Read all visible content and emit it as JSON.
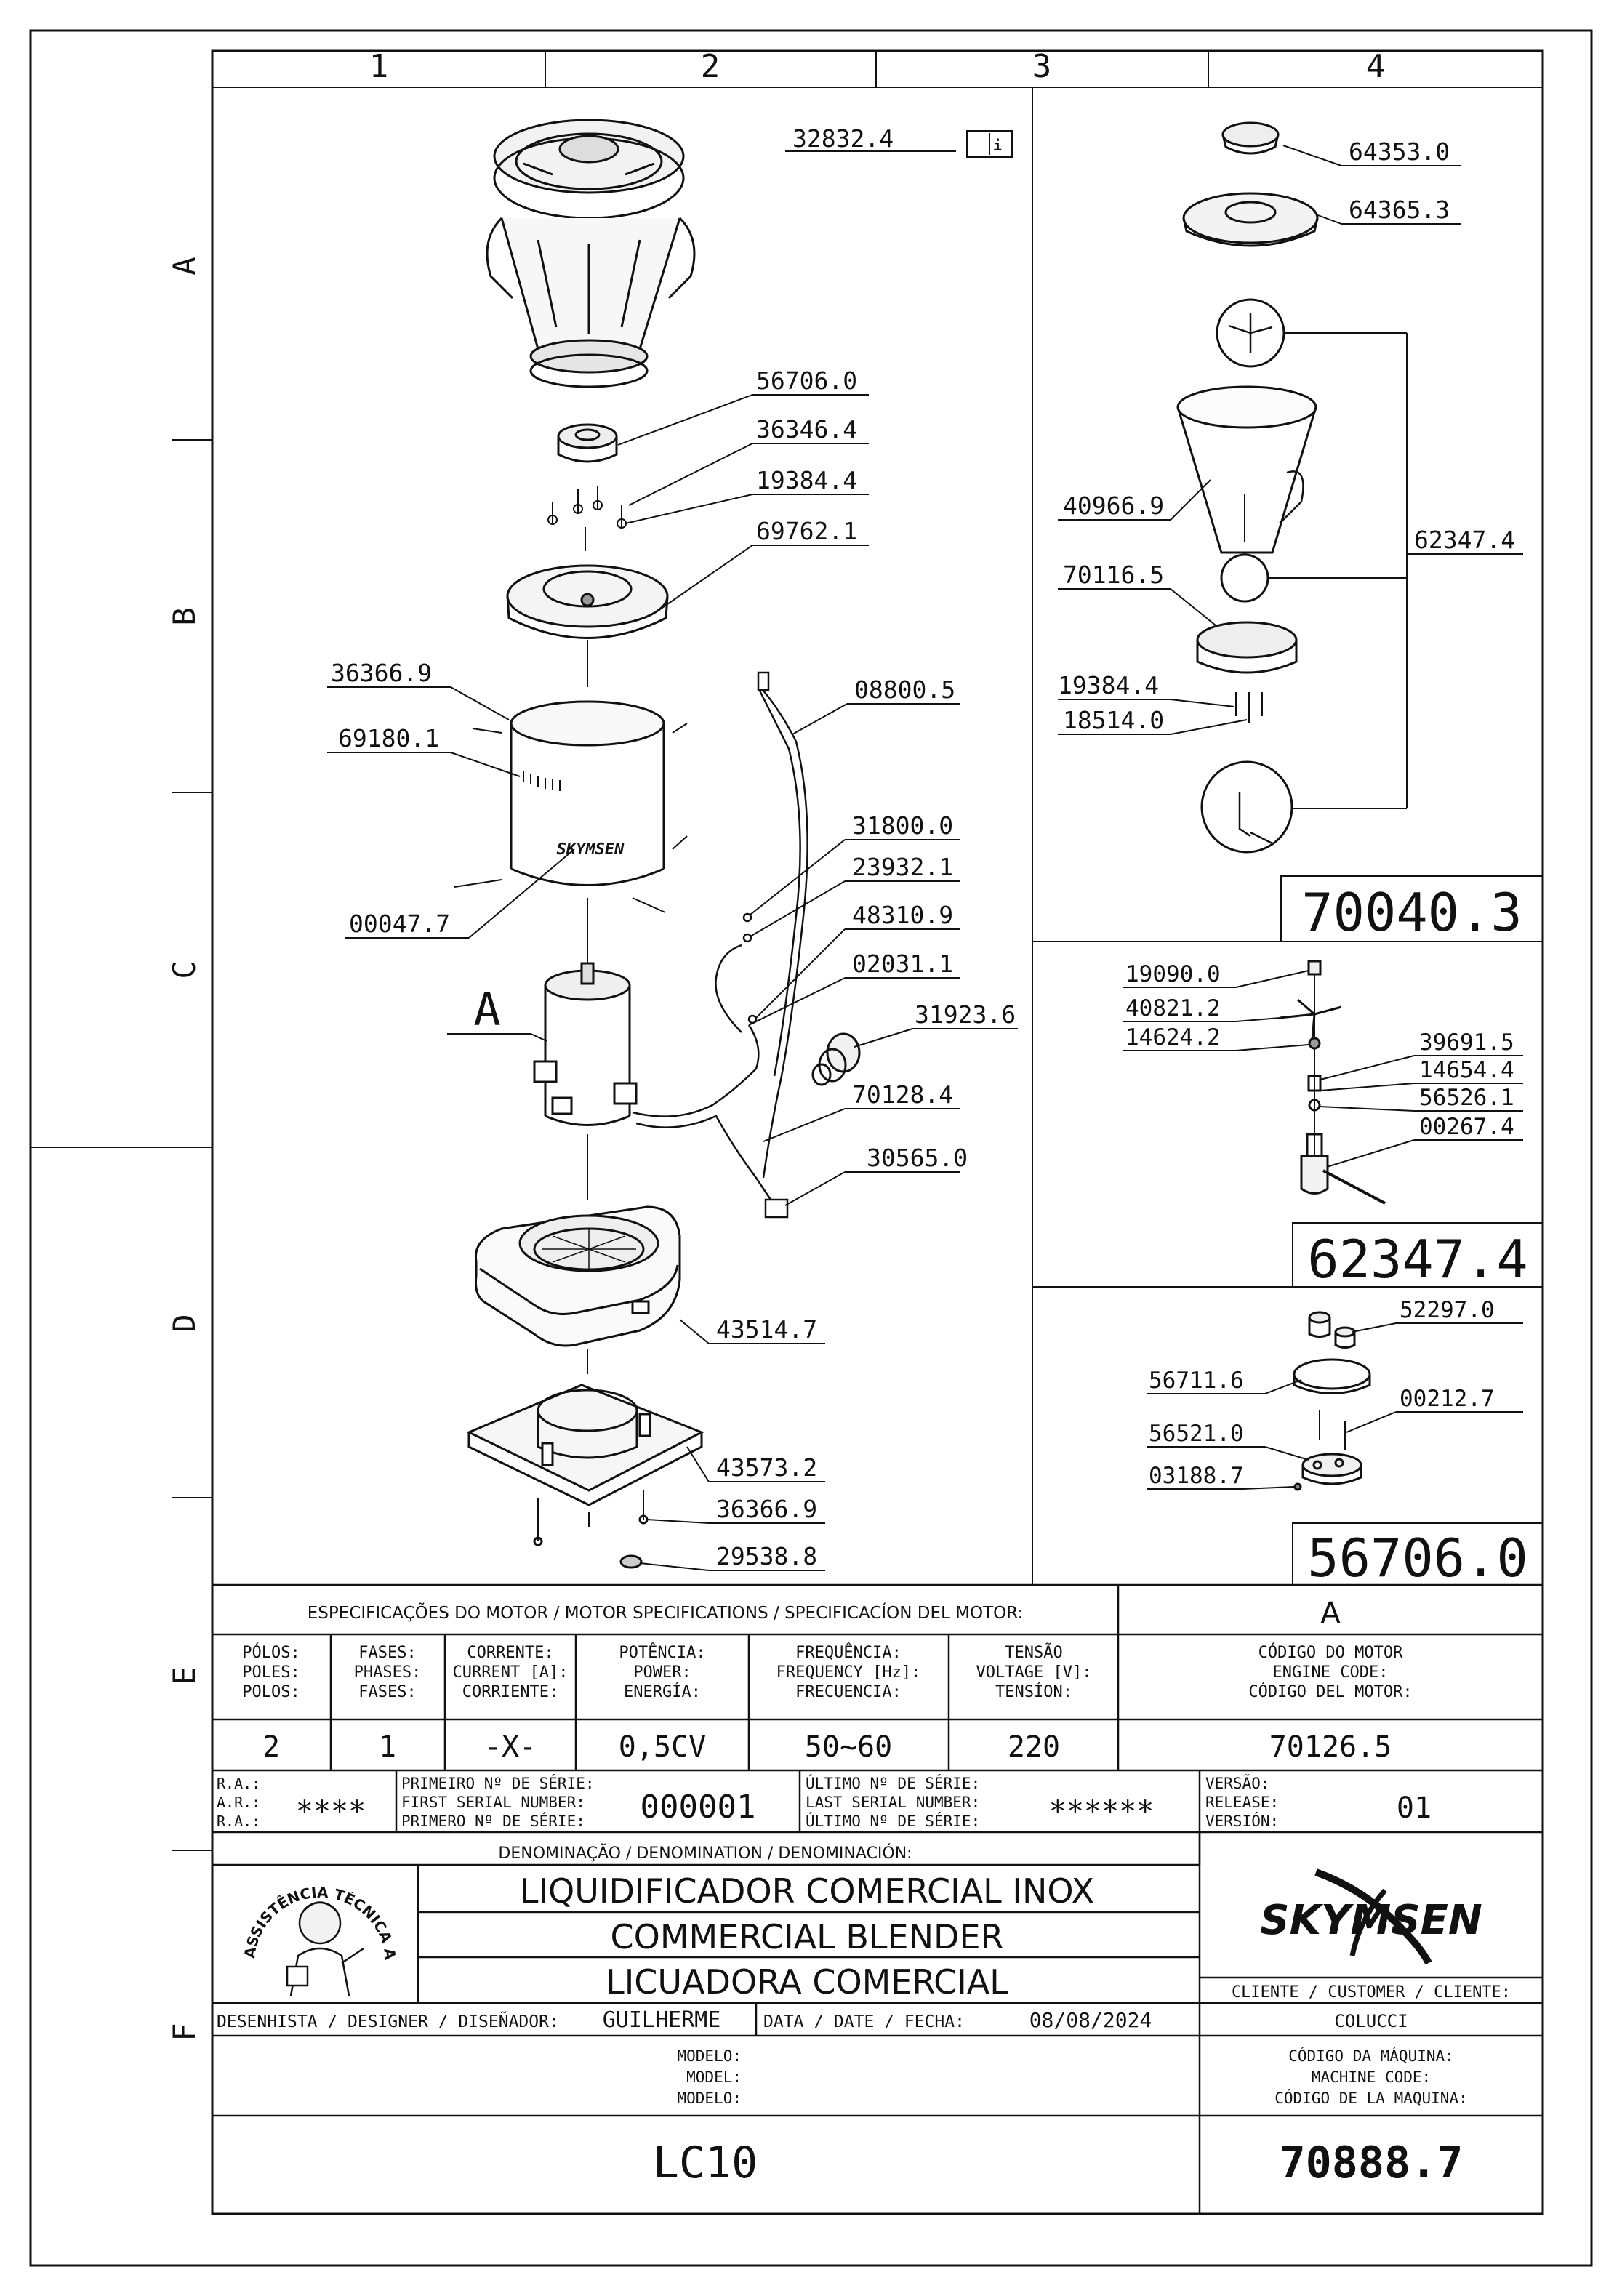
{
  "grid": {
    "columns": [
      "1",
      "2",
      "3",
      "4"
    ],
    "rows": [
      "A",
      "B",
      "C",
      "D",
      "E",
      "F"
    ]
  },
  "main_assembly": {
    "parts": [
      {
        "code": "32832.4"
      },
      {
        "code": "56706.0"
      },
      {
        "code": "36346.4"
      },
      {
        "code": "19384.4"
      },
      {
        "code": "69762.1"
      },
      {
        "code": "36366.9"
      },
      {
        "code": "69180.1"
      },
      {
        "code": "00047.7"
      },
      {
        "code": "08800.5"
      },
      {
        "code": "31800.0"
      },
      {
        "code": "23932.1"
      },
      {
        "code": "48310.9"
      },
      {
        "code": "02031.1"
      },
      {
        "code": "31923.6"
      },
      {
        "code": "70128.4"
      },
      {
        "code": "30565.0"
      },
      {
        "code": "43514.7"
      },
      {
        "code": "43573.2"
      },
      {
        "code": "36366.9"
      },
      {
        "code": "29538.8"
      }
    ],
    "motor_callout": "A",
    "label_brand": "SKYMSEN"
  },
  "detail_70040": {
    "code": "70040.3",
    "parts": [
      "64353.0",
      "64365.3",
      "40966.9",
      "62347.4",
      "70116.5",
      "19384.4",
      "18514.0"
    ]
  },
  "detail_62347": {
    "code": "62347.4",
    "parts": [
      "19090.0",
      "40821.2",
      "14624.2",
      "39691.5",
      "14654.4",
      "56526.1",
      "00267.4"
    ]
  },
  "detail_56706": {
    "code": "56706.0",
    "parts": [
      "52297.0",
      "56711.6",
      "00212.7",
      "56521.0",
      "03188.7"
    ]
  },
  "title_block": {
    "motor_spec_header": "ESPECIFICAÇÕES DO MOTOR / MOTOR SPECIFICATIONS / SPECIFICACÍON DEL MOTOR:",
    "motor_ref": "A",
    "columns": [
      {
        "pt": "PÓLOS:",
        "en": "POLES:",
        "es": "POLOS:",
        "value": "2"
      },
      {
        "pt": "FASES:",
        "en": "PHASES:",
        "es": "FASES:",
        "value": "1"
      },
      {
        "pt": "CORRENTE:",
        "en": "CURRENT [A]:",
        "es": "CORRIENTE:",
        "value": "-X-"
      },
      {
        "pt": "POTÊNCIA:",
        "en": "POWER:",
        "es": "ENERGÍA:",
        "value": "0,5CV"
      },
      {
        "pt": "FREQUÊNCIA:",
        "en": "FREQUENCY [Hz]:",
        "es": "FRECUENCIA:",
        "value": "50~60"
      },
      {
        "pt": "TENSÃO",
        "en": "VOLTAGE [V]:",
        "es": "TENSÍON:",
        "value": "220"
      }
    ],
    "engine_code_pt": "CÓDIGO DO MOTOR",
    "engine_code_en": "ENGINE CODE:",
    "engine_code_es": "CÓDIGO DEL MOTOR:",
    "engine_code": "70126.5",
    "ra_labels": [
      "R.A.:",
      "A.R.:",
      "R.A.:"
    ],
    "ra_value": "****",
    "first_serial_pt": "PRIMEIRO Nº DE SÉRIE:",
    "first_serial_en": "FIRST SERIAL NUMBER:",
    "first_serial_es": "PRIMERO Nº DE SÉRIE:",
    "first_serial": "000001",
    "last_serial_pt": "ÚLTIMO Nº DE SÉRIE:",
    "last_serial_en": "LAST SERIAL NUMBER:",
    "last_serial_es": "ÚLTIMO Nº DE SÉRIE:",
    "last_serial": "******",
    "version_pt": "VERSÃO:",
    "version_en": "RELEASE:",
    "version_es": "VERSIÓN:",
    "version": "01",
    "denomination_header": "DENOMINAÇÃO / DENOMINATION / DENOMINACIÓN:",
    "name_pt": "LIQUIDIFICADOR COMERCIAL INOX",
    "name_en": "COMMERCIAL BLENDER",
    "name_es": "LICUADORA COMERCIAL",
    "stamp_text": "ASSISTÊNCIA TÉCNICA AUTORIZADA",
    "brand": "SKYMSEN",
    "customer_label": "CLIENTE / CUSTOMER / CLIENTE:",
    "customer": "COLUCCI",
    "designer_label": "DESENHISTA / DESIGNER / DISEÑADOR:",
    "designer": "GUILHERME",
    "date_label": "DATA / DATE / FECHA:",
    "date": "08/08/2024",
    "model_labels": [
      "MODELO:",
      "MODEL:",
      "MODELO:"
    ],
    "model": "LC10",
    "machine_code_pt": "CÓDIGO DA MÁQUINA:",
    "machine_code_en": "MACHINE CODE:",
    "machine_code_es": "CÓDIGO DE LA MAQUINA:",
    "machine_code": "70888.7"
  }
}
